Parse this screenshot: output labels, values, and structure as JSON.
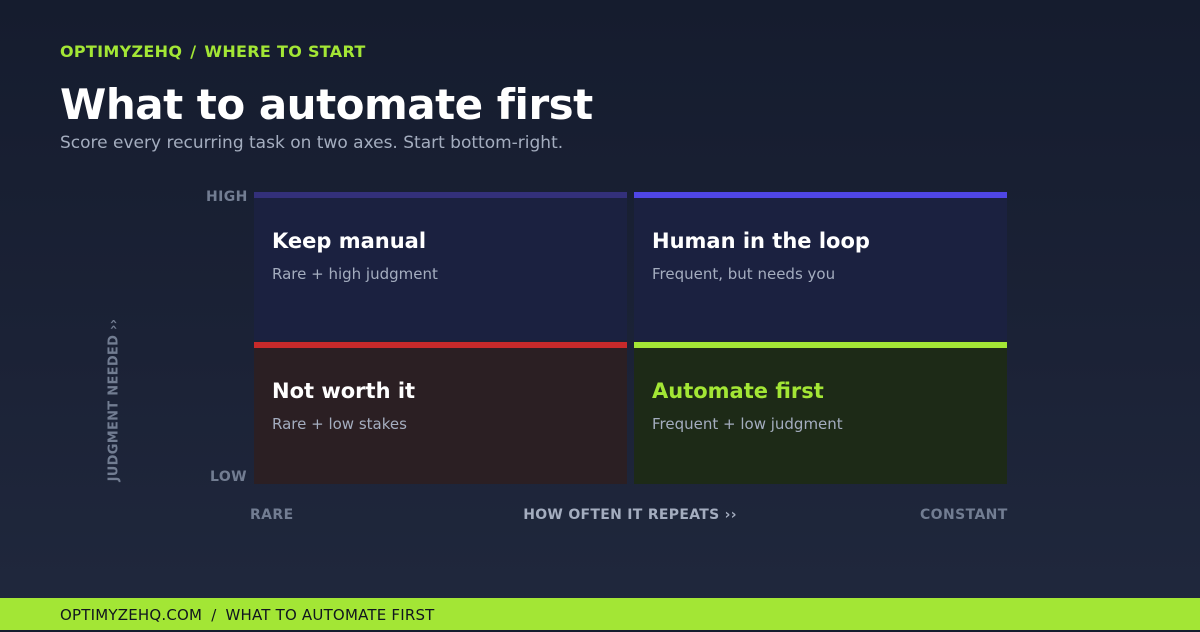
{
  "header": {
    "brand": "OPTIMYZEHQ",
    "separator": "/",
    "section": "WHERE TO START",
    "title": "What to automate first",
    "subtitle": "Score every recurring task on two axes. Start bottom-right."
  },
  "matrix": {
    "y_axis": {
      "label": "JUDGMENT NEEDED ››",
      "high": "HIGH",
      "low": "LOW"
    },
    "x_axis": {
      "label": "HOW OFTEN IT REPEATS ››",
      "low": "RARE",
      "high": "CONSTANT"
    },
    "quadrants": {
      "top_left": {
        "title": "Keep manual",
        "description": "Rare + high judgment",
        "accent": "#33307a"
      },
      "top_right": {
        "title": "Human in the loop",
        "description": "Frequent, but needs you",
        "accent": "#4f46e5"
      },
      "bottom_left": {
        "title": "Not worth it",
        "description": "Rare + low stakes",
        "accent": "#c62a2a"
      },
      "bottom_right": {
        "title": "Automate first",
        "description": "Frequent + low judgment",
        "accent": "#a3e635"
      }
    }
  },
  "footer": {
    "site": "OPTIMYZEHQ.COM",
    "separator": "/",
    "page": "WHAT TO AUTOMATE FIRST"
  },
  "colors": {
    "accent": "#a3e635",
    "background": "#1b2236"
  }
}
